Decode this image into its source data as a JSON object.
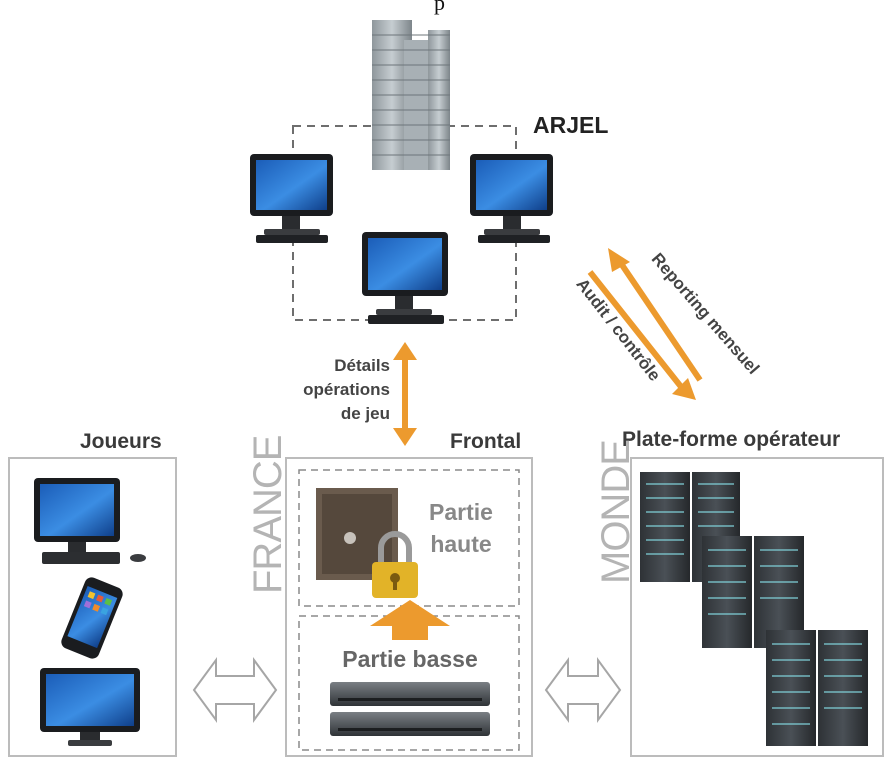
{
  "header": {
    "top_fragment": "p"
  },
  "arjel": {
    "title": "ARJEL"
  },
  "links": {
    "details": [
      "Détails",
      "opérations",
      "de jeu"
    ],
    "reporting": "Reporting mensuel",
    "audit": "Audit / contrôle"
  },
  "joueurs": {
    "title": "Joueurs"
  },
  "frontal": {
    "title": "Frontal",
    "country": "FRANCE",
    "upper": [
      "Partie",
      "haute"
    ],
    "lower": "Partie basse"
  },
  "operator": {
    "title": "Plate-forme opérateur",
    "region": "MONDE"
  },
  "colors": {
    "arrow": "#ec9a2e",
    "text": "#3a3a3a",
    "region_text": "#b4b4b4",
    "screen": "#2f7fd6"
  }
}
